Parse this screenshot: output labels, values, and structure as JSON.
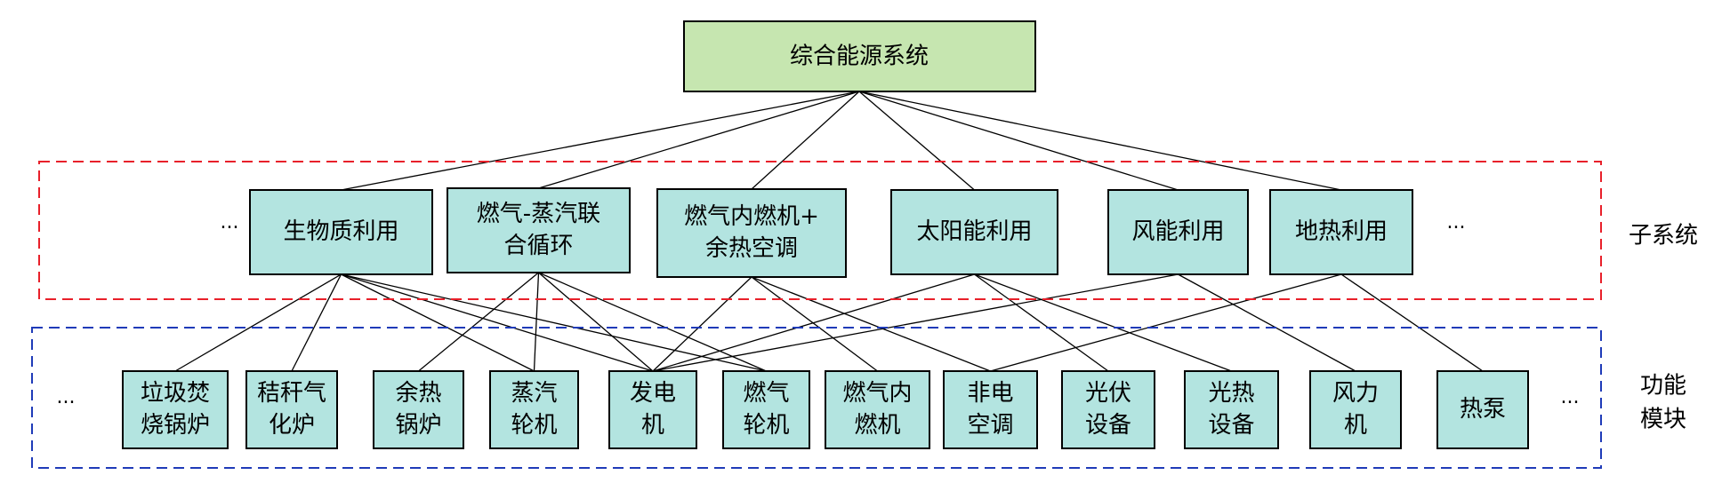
{
  "root": {
    "label": "综合能源系统",
    "fill": "#c6e6b0"
  },
  "subsystem_group": {
    "label": "子系统",
    "border_color": "#e8202a"
  },
  "module_group": {
    "label_lines": [
      "功能",
      "模块"
    ],
    "border_color": "#1f3bb8"
  },
  "node_fill": "#b3e4e0",
  "ellipsis": "...",
  "subsystems": [
    {
      "id": "biomass",
      "lines": [
        "生物质利用"
      ]
    },
    {
      "id": "gas_steam",
      "lines": [
        "燃气-蒸汽联",
        "合循环"
      ]
    },
    {
      "id": "ice_heat",
      "lines": [
        "燃气内燃机+",
        "余热空调"
      ]
    },
    {
      "id": "solar",
      "lines": [
        "太阳能利用"
      ]
    },
    {
      "id": "wind",
      "lines": [
        "风能利用"
      ]
    },
    {
      "id": "geo",
      "lines": [
        "地热利用"
      ]
    }
  ],
  "modules": [
    {
      "id": "garbage",
      "lines": [
        "垃圾焚",
        "烧锅炉"
      ]
    },
    {
      "id": "straw",
      "lines": [
        "秸秆气",
        "化炉"
      ]
    },
    {
      "id": "whb",
      "lines": [
        "余热",
        "锅炉"
      ]
    },
    {
      "id": "steam_t",
      "lines": [
        "蒸汽",
        "轮机"
      ]
    },
    {
      "id": "gen",
      "lines": [
        "发电",
        "机"
      ]
    },
    {
      "id": "gas_t",
      "lines": [
        "燃气",
        "轮机"
      ]
    },
    {
      "id": "gas_ice",
      "lines": [
        "燃气内",
        "燃机"
      ]
    },
    {
      "id": "nonelec",
      "lines": [
        "非电",
        "空调"
      ]
    },
    {
      "id": "pv",
      "lines": [
        "光伏",
        "设备"
      ]
    },
    {
      "id": "solar_th",
      "lines": [
        "光热",
        "设备"
      ]
    },
    {
      "id": "wind_t",
      "lines": [
        "风力",
        "机"
      ]
    },
    {
      "id": "hp",
      "lines": [
        "热泵"
      ]
    }
  ],
  "links": [
    [
      "biomass",
      "garbage"
    ],
    [
      "biomass",
      "straw"
    ],
    [
      "biomass",
      "steam_t"
    ],
    [
      "biomass",
      "gen"
    ],
    [
      "biomass",
      "gas_t"
    ],
    [
      "gas_steam",
      "whb"
    ],
    [
      "gas_steam",
      "steam_t"
    ],
    [
      "gas_steam",
      "gen"
    ],
    [
      "gas_steam",
      "gas_t"
    ],
    [
      "ice_heat",
      "gen"
    ],
    [
      "ice_heat",
      "gas_ice"
    ],
    [
      "ice_heat",
      "nonelec"
    ],
    [
      "solar",
      "gen"
    ],
    [
      "solar",
      "pv"
    ],
    [
      "solar",
      "solar_th"
    ],
    [
      "wind",
      "gen"
    ],
    [
      "wind",
      "wind_t"
    ],
    [
      "geo",
      "nonelec"
    ],
    [
      "geo",
      "hp"
    ]
  ]
}
